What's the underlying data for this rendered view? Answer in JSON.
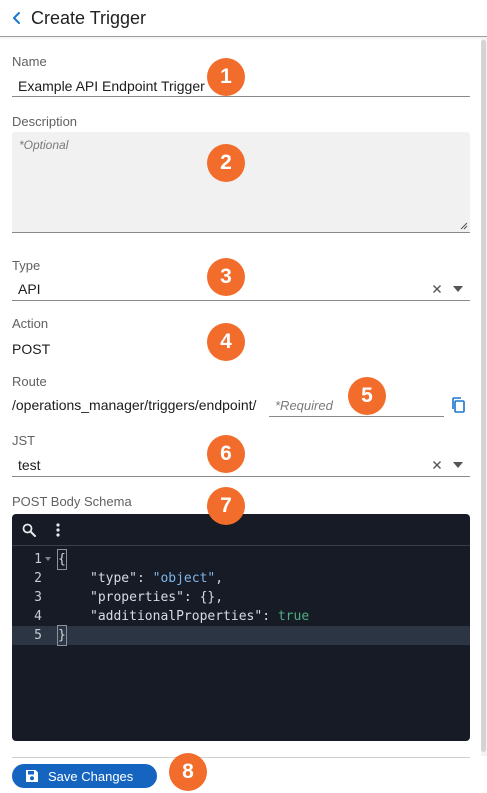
{
  "header": {
    "title": "Create Trigger",
    "back_icon": "chevron-left-icon"
  },
  "form": {
    "name": {
      "label": "Name",
      "value": "Example API Endpoint Trigger"
    },
    "description": {
      "label": "Description",
      "placeholder": "*Optional"
    },
    "type": {
      "label": "Type",
      "value": "API"
    },
    "action": {
      "label": "Action",
      "value": "POST"
    },
    "route": {
      "label": "Route",
      "prefix": "/operations_manager/triggers/endpoint/",
      "placeholder": "*Required",
      "copy_icon": "copy-icon"
    },
    "jst": {
      "label": "JST",
      "value": "test"
    },
    "schema": {
      "label": "POST Body Schema",
      "toolbar_icons": [
        "search-icon",
        "more-vertical-icon"
      ],
      "lines": [
        {
          "num": "1",
          "text": "{"
        },
        {
          "num": "2",
          "key": "\"type\"",
          "sep": ": ",
          "val": "\"object\"",
          "tail": ","
        },
        {
          "num": "3",
          "key": "\"properties\"",
          "sep": ": ",
          "val": "{}",
          "tail": ","
        },
        {
          "num": "4",
          "key": "\"additionalProperties\"",
          "sep": ": ",
          "val": "true",
          "tail": ""
        },
        {
          "num": "5",
          "text": "}"
        }
      ]
    }
  },
  "footer": {
    "save_label": "Save Changes",
    "save_icon": "save-icon"
  },
  "badges": [
    "1",
    "2",
    "3",
    "4",
    "5",
    "6",
    "7",
    "8"
  ],
  "colors": {
    "accent": "#1565c0",
    "badge": "#f26d2b",
    "editor_bg": "#161b26",
    "string": "#7fb5e8",
    "boolean": "#4fae83"
  }
}
